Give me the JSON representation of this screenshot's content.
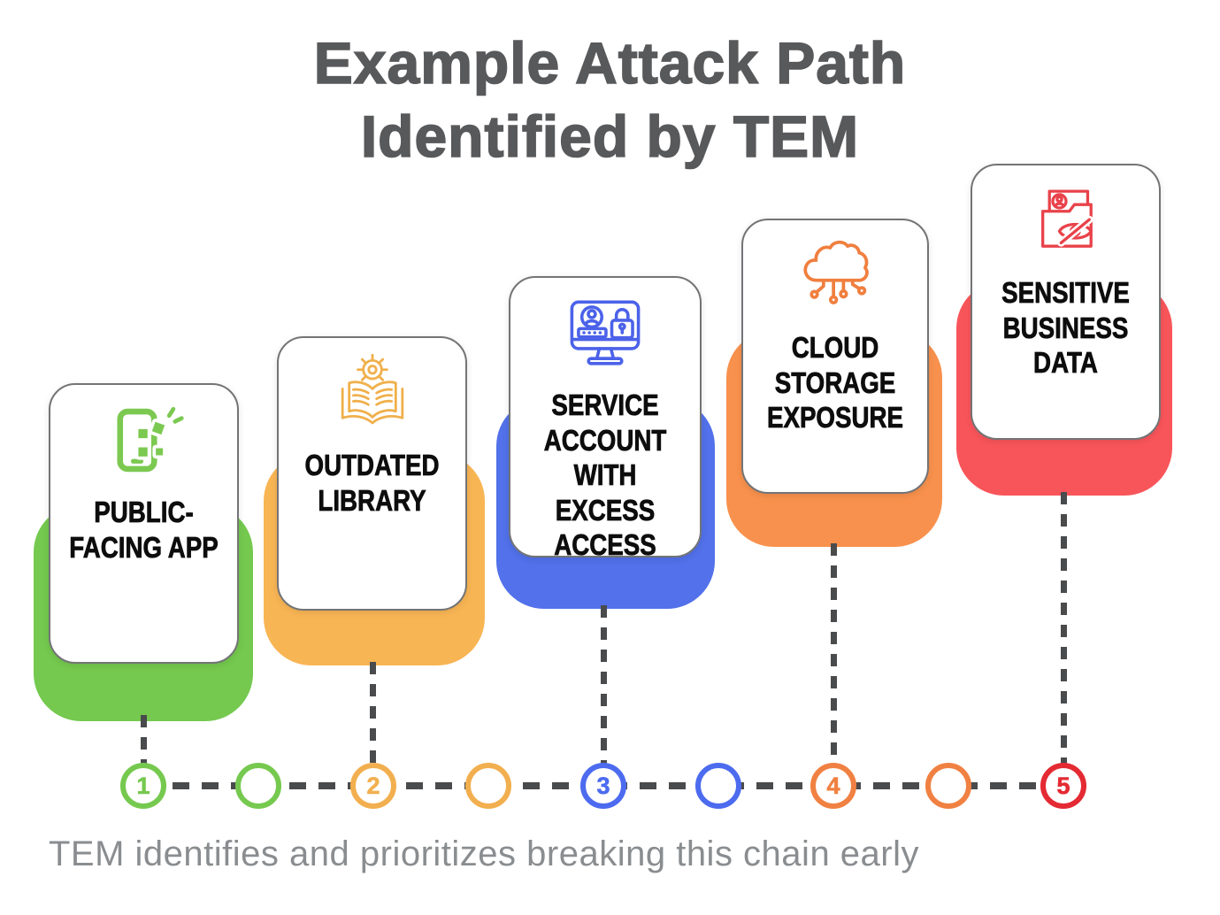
{
  "title": "Example Attack Path\nIdentified by TEM",
  "caption": "TEM identifies and prioritizes breaking this chain early",
  "colors": {
    "title": "#58595B",
    "caption": "#8A8D90",
    "connector": "#4A4B4D",
    "card_text": "#0D0D0D",
    "card_border": "#737476"
  },
  "steps": [
    {
      "number": "1",
      "label": "PUBLIC-\nFACING APP",
      "color": "#74C94E",
      "icon_color": "#7CC951",
      "icon": "phone-apps-icon"
    },
    {
      "number": "2",
      "label": "OUTDATED\nLIBRARY",
      "color": "#F8B554",
      "icon_color": "#F0B04C",
      "icon": "book-gear-icon"
    },
    {
      "number": "3",
      "label": "SERVICE\nACCOUNT\nWITH EXCESS\nACCESS",
      "color": "#5271EA",
      "icon_color": "#4B62E9",
      "icon": "monitor-lock-icon"
    },
    {
      "number": "4",
      "label": "CLOUD\nSTORAGE\nEXPOSURE",
      "color": "#F8914D",
      "icon_color": "#F07F3F",
      "icon": "cloud-network-icon"
    },
    {
      "number": "5",
      "label": "SENSITIVE\nBUSINESS\nDATA",
      "color": "#F8555A",
      "icon_color": "#E9424A",
      "icon": "folder-hidden-icon"
    }
  ],
  "timeline": {
    "circles": [
      {
        "number": "1",
        "color": "#76C94F"
      },
      {
        "number": "",
        "color": "#76C94F"
      },
      {
        "number": "2",
        "color": "#F2AF4F"
      },
      {
        "number": "",
        "color": "#F2AF4F"
      },
      {
        "number": "3",
        "color": "#4C6BEF"
      },
      {
        "number": "",
        "color": "#4C6BEF"
      },
      {
        "number": "4",
        "color": "#F08142"
      },
      {
        "number": "",
        "color": "#F08142"
      },
      {
        "number": "5",
        "color": "#E42A33"
      }
    ]
  }
}
